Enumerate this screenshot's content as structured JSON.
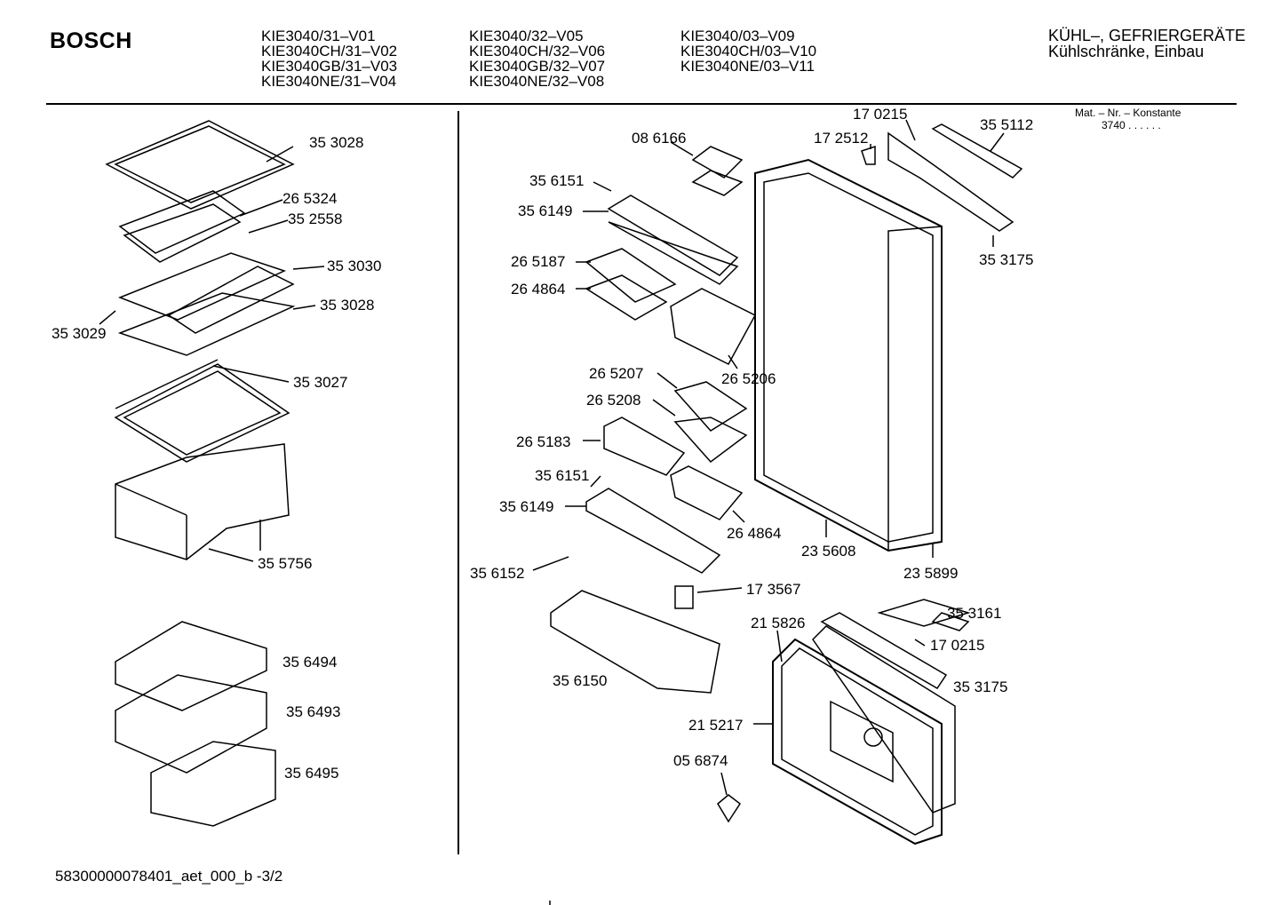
{
  "header": {
    "brand": "BOSCH",
    "models_col1": [
      "KIE3040/31–V01",
      "KIE3040CH/31–V02",
      "KIE3040GB/31–V03",
      "KIE3040NE/31–V04"
    ],
    "models_col2": [
      "KIE3040/32–V05",
      "KIE3040CH/32–V06",
      "KIE3040GB/32–V07",
      "KIE3040NE/32–V08"
    ],
    "models_col3": [
      "KIE3040/03–V09",
      "KIE3040CH/03–V10",
      "KIE3040NE/03–V11"
    ],
    "category": "KÜHL–, GEFRIERGERÄTE",
    "subcategory": "Kühlschränke, Einbau",
    "mat_label": "Mat. – Nr. – Konstante",
    "mat_value": "3740  .  .    .  .  .  ."
  },
  "left_parts": [
    "35 3028",
    "26 5324",
    "35 2558",
    "35 3030",
    "35 3028",
    "35 3029",
    "35 3027",
    "35 5756",
    "35 6494",
    "35 6493",
    "35 6495"
  ],
  "right_parts": [
    "08 6166",
    "17 0215",
    "17 2512",
    "35 5112",
    "35 3175",
    "35 6151",
    "35 6149",
    "26 5187",
    "26 4864",
    "26 5206",
    "26 5207",
    "26 5208",
    "26 5183",
    "35 6151",
    "35 6149",
    "26 4864",
    "23 5608",
    "23 5899",
    "35 6152",
    "17 3567",
    "35 3161",
    "21 5826",
    "17 0215",
    "35 3175",
    "35 6150",
    "21 5217",
    "05 6874"
  ],
  "footer": "58300000078401_aet_000_b -3/2"
}
